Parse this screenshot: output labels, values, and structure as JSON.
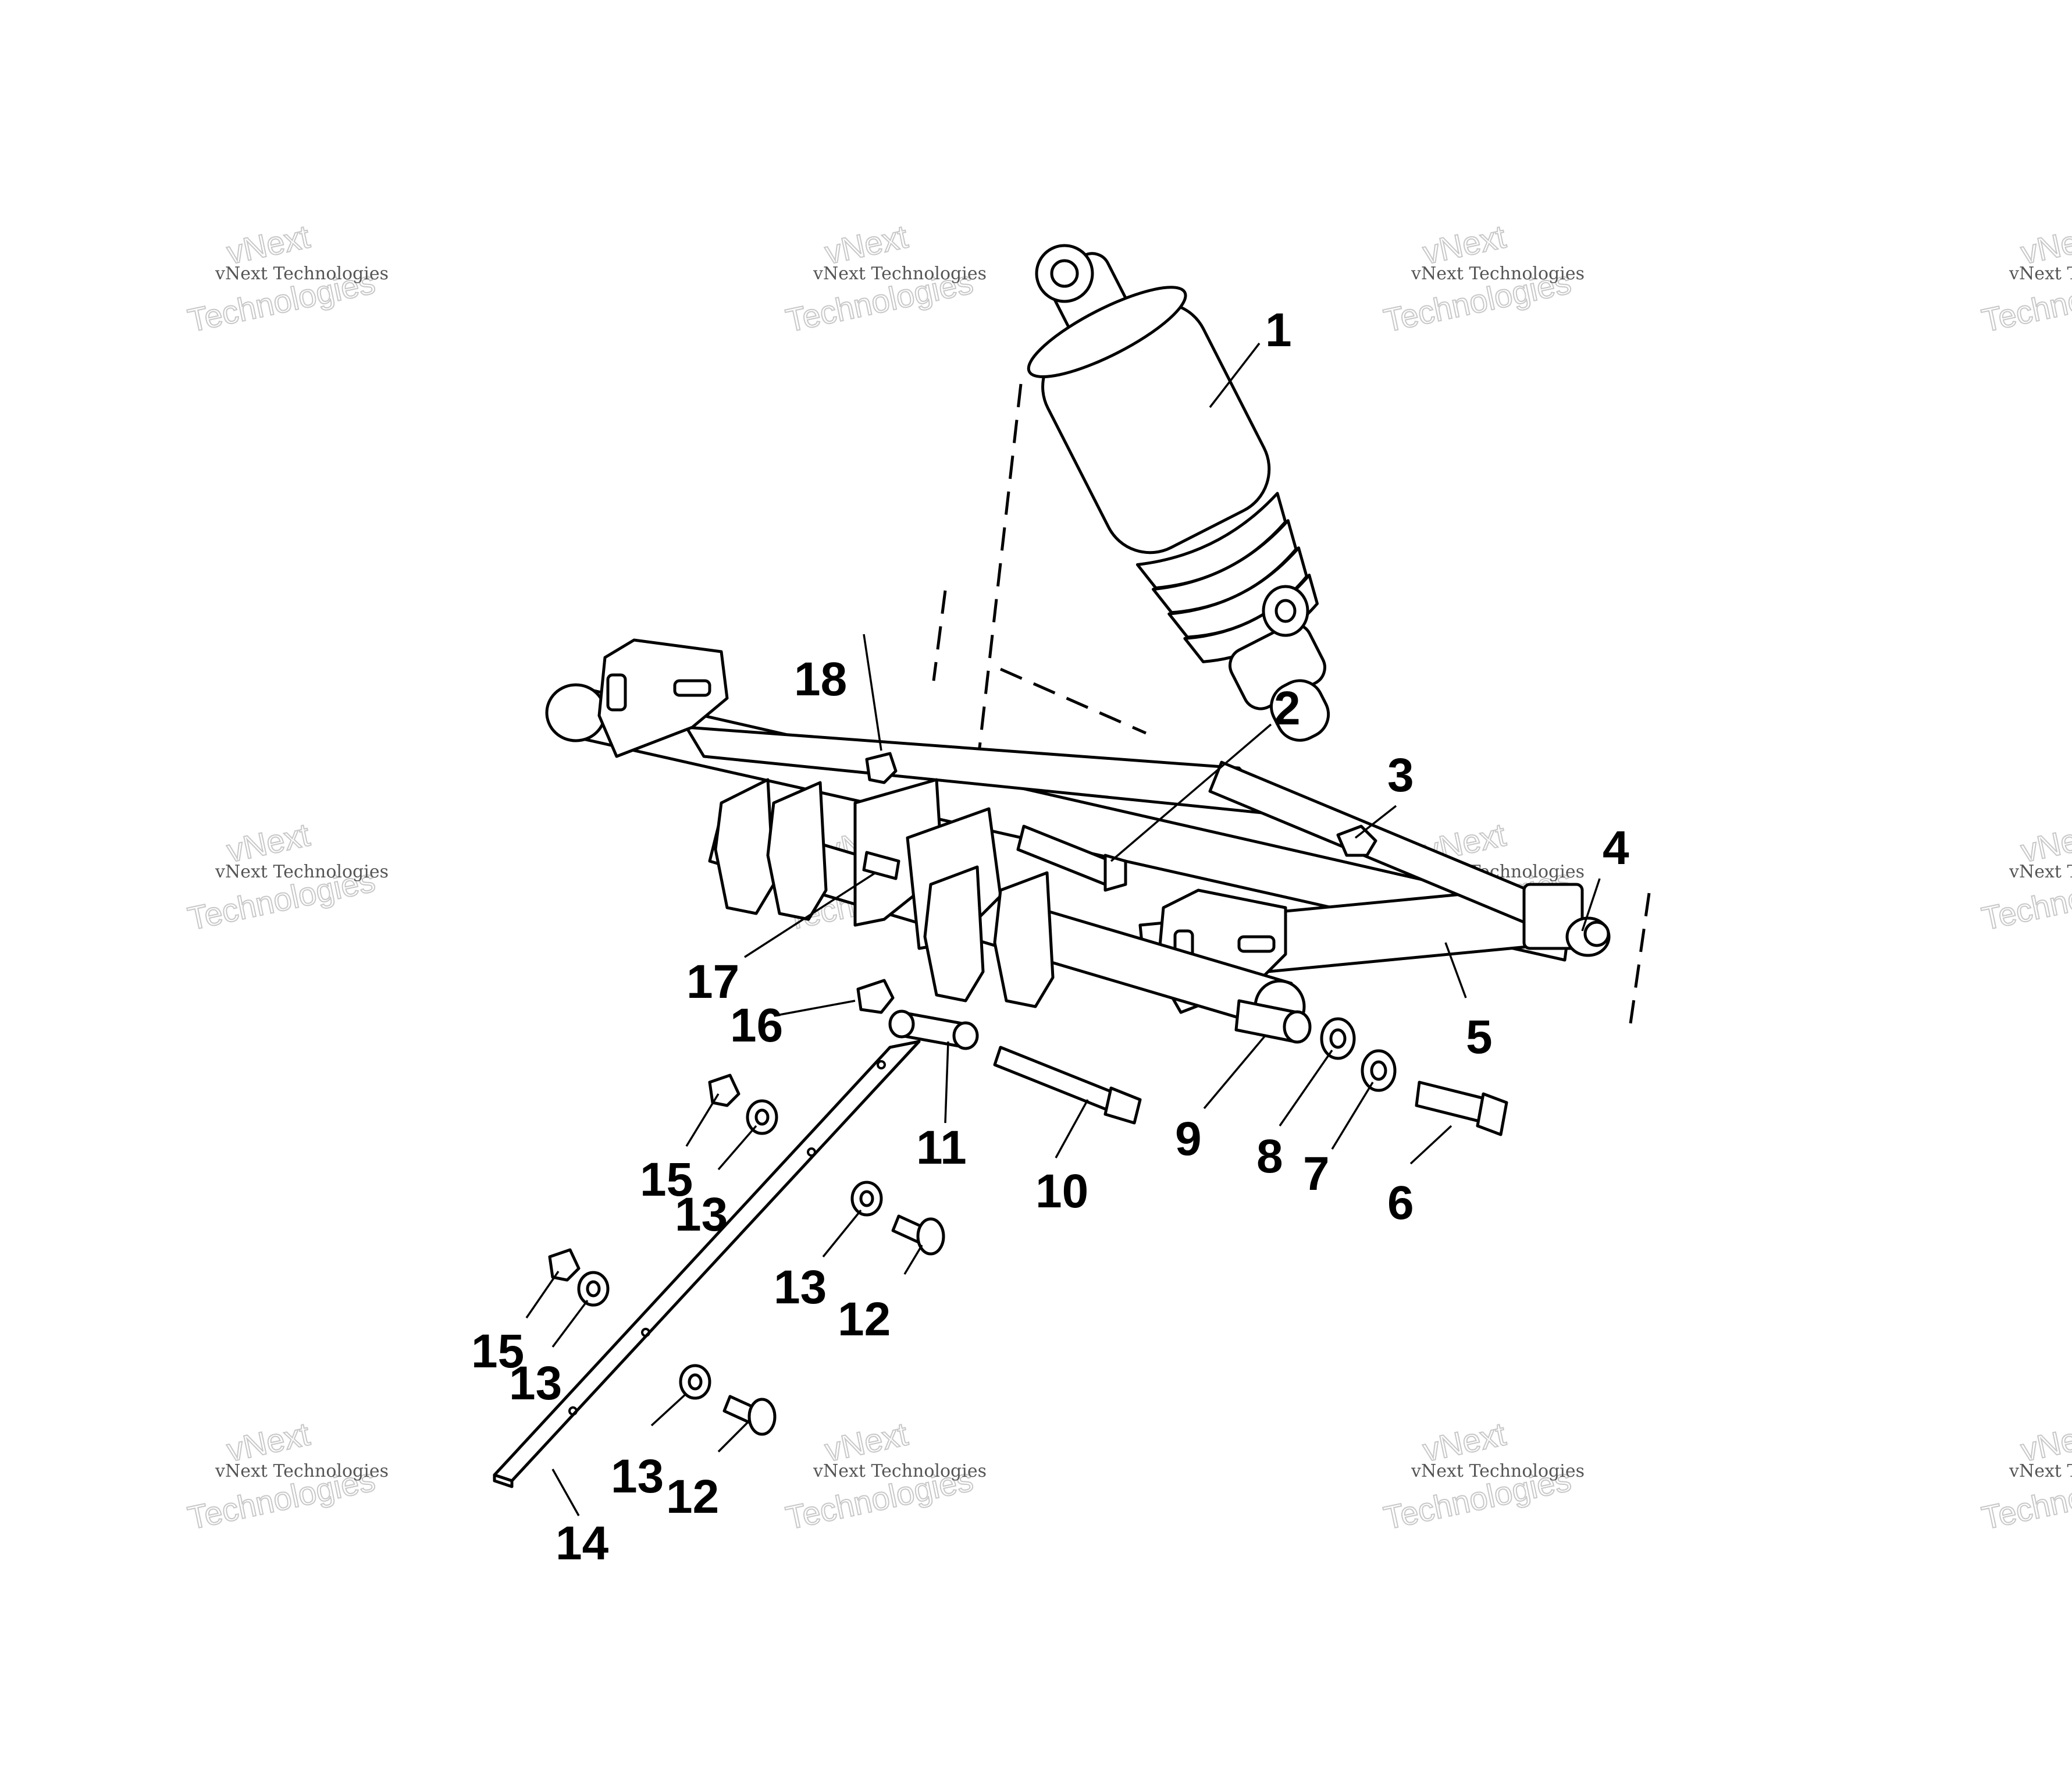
{
  "watermark": {
    "line1": "vNext Technologies",
    "line2": "vNext",
    "line3": "Technologies"
  },
  "callouts": [
    {
      "id": "1",
      "label": "1"
    },
    {
      "id": "2",
      "label": "2"
    },
    {
      "id": "3",
      "label": "3"
    },
    {
      "id": "4",
      "label": "4"
    },
    {
      "id": "5",
      "label": "5"
    },
    {
      "id": "6",
      "label": "6"
    },
    {
      "id": "7",
      "label": "7"
    },
    {
      "id": "8",
      "label": "8"
    },
    {
      "id": "9",
      "label": "9"
    },
    {
      "id": "10",
      "label": "10"
    },
    {
      "id": "11",
      "label": "11"
    },
    {
      "id": "12a",
      "label": "12"
    },
    {
      "id": "12b",
      "label": "12"
    },
    {
      "id": "13a",
      "label": "13"
    },
    {
      "id": "13b",
      "label": "13"
    },
    {
      "id": "13c",
      "label": "13"
    },
    {
      "id": "13d",
      "label": "13"
    },
    {
      "id": "14",
      "label": "14"
    },
    {
      "id": "15a",
      "label": "15"
    },
    {
      "id": "15b",
      "label": "15"
    },
    {
      "id": "16",
      "label": "16"
    },
    {
      "id": "17",
      "label": "17"
    },
    {
      "id": "18",
      "label": "18"
    }
  ]
}
